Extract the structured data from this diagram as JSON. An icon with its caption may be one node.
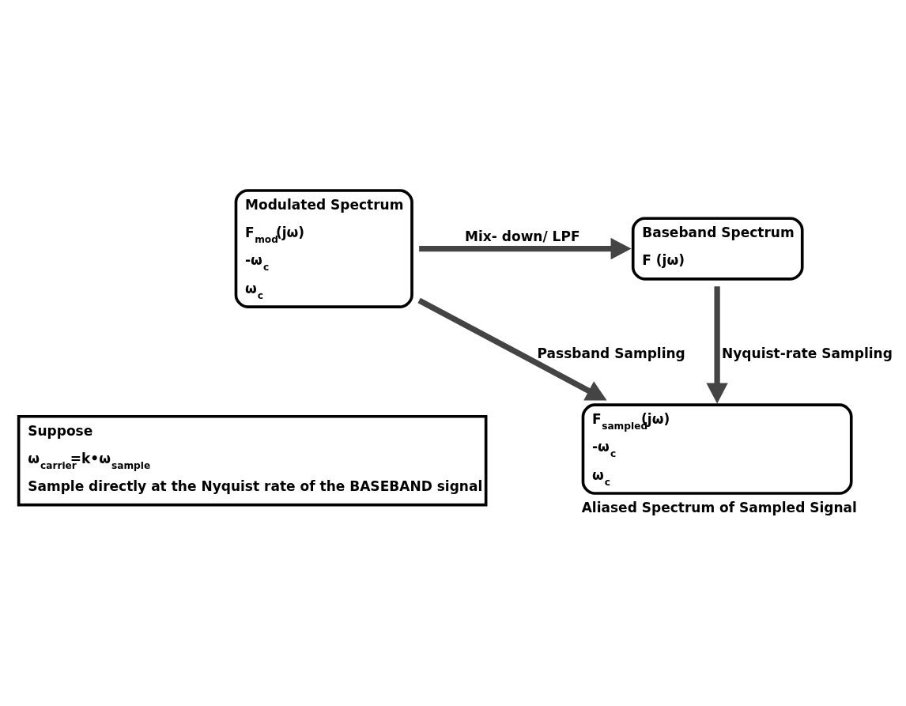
{
  "diagram": {
    "nodes": [
      {
        "text": [
          "Modulated Spectrum",
          "F$_{mod}$(jω)",
          "-ω$_{c}$",
          "ω$_{c}$"
        ]
      },
      {
        "text": [
          "Baseband Spectrum",
          "F (jω)"
        ]
      },
      {
        "text": [
          "F$_{sampled}$(jω)",
          "-ω$_{c}$",
          "ω$_{c}$"
        ],
        "beside": [
          "Aliased Spectrum of Sampled Signal"
        ]
      },
      {
        "text": [
          "Suppose",
          "ω$_{carrier}$=k•ω$_{sample}$",
          "Sample directly at the Nyquist rate of the BASEBAND signal"
        ]
      }
    ],
    "edges": [
      {
        "from": 0,
        "to": 1,
        "arrow": "to",
        "label": "Mix- down/ LPF"
      },
      {
        "from": 1,
        "to": 2,
        "arrow": "to",
        "label": "Nyquist-rate Sampling"
      },
      {
        "from": 0,
        "to": 2,
        "arrow": "to",
        "label": "Passband Sampling"
      }
    ]
  }
}
